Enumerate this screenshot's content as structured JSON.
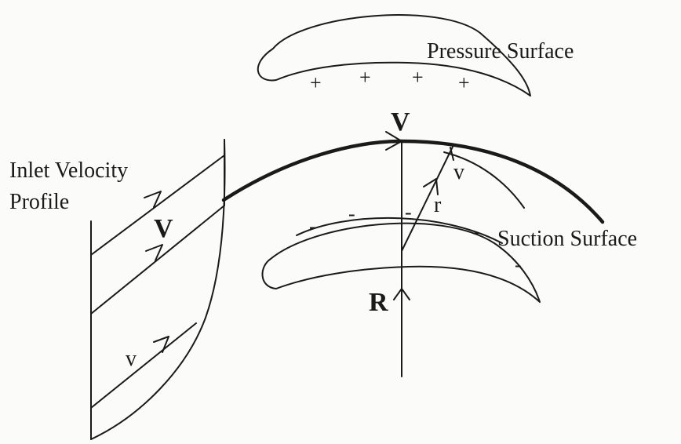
{
  "labels": {
    "pressure_surface": "Pressure Surface",
    "suction_surface": "Suction Surface",
    "inlet_velocity_line1": "Inlet Velocity",
    "inlet_velocity_line2": "Profile",
    "velocity_top": "V",
    "velocity_left": "V",
    "velocity_small_profile": "v",
    "velocity_small_blade": "v",
    "radius": "r",
    "radius_of_curvature": "R"
  },
  "pressure_signs": [
    "+",
    "+",
    "+",
    "+"
  ],
  "suction_signs": [
    "-",
    "-",
    "-",
    "-",
    "-",
    "-"
  ]
}
